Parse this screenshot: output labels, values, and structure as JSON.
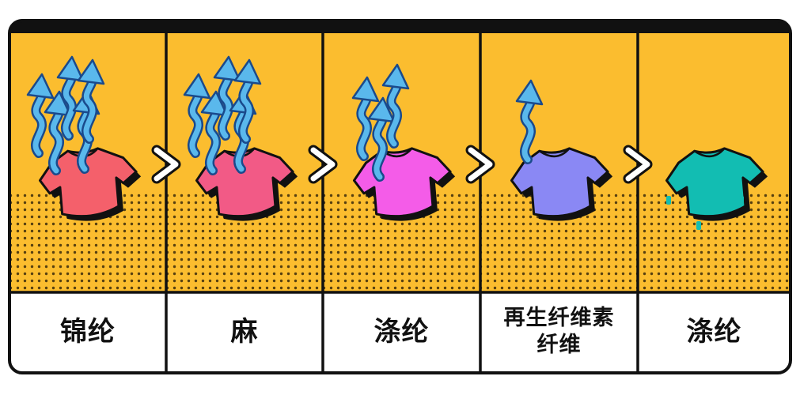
{
  "colors": {
    "background": "#fbbd2f",
    "outline": "#111111",
    "label_bg": "#ffffff",
    "arrow_fill": "#5ab8ec",
    "arrow_outline": "#1a4a8c",
    "chevron": "#ffffff"
  },
  "panels": [
    {
      "label": "锦纶",
      "shirt_color": "#f4606b",
      "vapor_arrows": 5,
      "droplets": 0
    },
    {
      "label": "麻",
      "shirt_color": "#f25a86",
      "vapor_arrows": 5,
      "droplets": 0
    },
    {
      "label": "涤纶",
      "shirt_color": "#f45ce8",
      "vapor_arrows": 3,
      "droplets": 0
    },
    {
      "label": "再生纤维素\n纤维",
      "shirt_color": "#8a88f4",
      "vapor_arrows": 1,
      "droplets": 0
    },
    {
      "label": "涤纶",
      "shirt_color": "#12bdb2",
      "vapor_arrows": 0,
      "droplets": 3
    }
  ],
  "separator_icon": "chevron-right-icon"
}
